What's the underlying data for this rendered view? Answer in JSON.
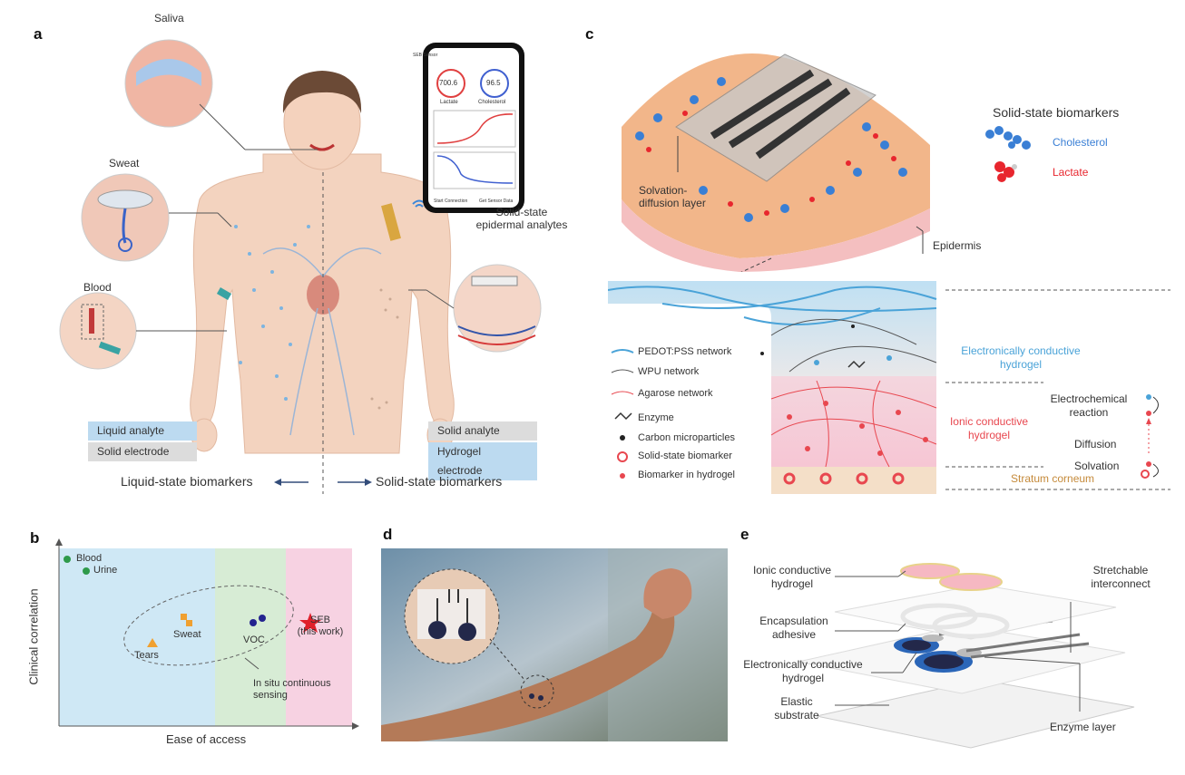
{
  "panels": {
    "a": "a",
    "b": "b",
    "c": "c",
    "d": "d",
    "e": "e"
  },
  "panel_a": {
    "saliva": "Saliva",
    "sweat": "Sweat",
    "blood": "Blood",
    "solid_state_line1": "Solid-state",
    "solid_state_line2": "epidermal analytes",
    "box_liquid_analyte": "Liquid analyte",
    "box_solid_electrode": "Solid electrode",
    "box_solid_analyte": "Solid analyte",
    "box_hydrogel_electrode": "Hydrogel electrode",
    "liquid_biomarkers": "Liquid-state biomarkers",
    "solid_biomarkers": "Solid-state biomarkers",
    "phone": {
      "header": "SEB Sensor",
      "lactate_value": "700.6",
      "lactate_label": "Lactate",
      "cholesterol_value": "96.5",
      "cholesterol_label": "Cholesterol",
      "btn_left": "Start Connection",
      "btn_right": "Get Sensor Data"
    }
  },
  "panel_b": {
    "xlabel": "Ease of access",
    "ylabel": "Clinical correlation",
    "points": {
      "blood": "Blood",
      "urine": "Urine",
      "sweat": "Sweat",
      "tears": "Tears",
      "voc": "VOC",
      "seb_line1": "SEB",
      "seb_line2": "(this work)"
    },
    "annotation_line1": "In situ continuous",
    "annotation_line2": "sensing",
    "colors": {
      "blue_zone": "#cfe8f5",
      "green_zone": "#d7ecd5",
      "pink_zone": "#f7d2e2",
      "green_dot": "#2e9a4a",
      "orange": "#f0a030",
      "navy": "#23238f",
      "star": "#e0202a"
    }
  },
  "panel_c": {
    "solid_biomarkers_title": "Solid-state biomarkers",
    "cholesterol": "Cholesterol",
    "lactate": "Lactate",
    "solvation_line1": "Solvation-",
    "solvation_line2": "diffusion layer",
    "epidermis": "Epidermis",
    "legend": {
      "pedot": "PEDOT:PSS network",
      "wpu": "WPU network",
      "agarose": "Agarose network",
      "enzyme": "Enzyme",
      "carbon": "Carbon microparticles",
      "solid_biomarker": "Solid-state biomarker",
      "biomarker_hydrogel": "Biomarker in hydrogel"
    },
    "elec_hydrogel_line1": "Electronically conductive",
    "elec_hydrogel_line2": "hydrogel",
    "ionic_hydrogel_line1": "Ionic conductive",
    "ionic_hydrogel_line2": "hydrogel",
    "stratum": "Stratum corneum",
    "electrochemical_line1": "Electrochemical",
    "electrochemical_line2": "reaction",
    "diffusion": "Diffusion",
    "solvation": "Solvation",
    "colors": {
      "cholesterol": "#3a7fd5",
      "lactate": "#e8262e",
      "stratum": "#c58a3a",
      "ionic": "#e8474f",
      "elec": "#4aa3d8"
    }
  },
  "panel_e": {
    "ionic_line1": "Ionic conductive",
    "ionic_line2": "hydrogel",
    "encap_line1": "Encapsulation",
    "encap_line2": "adhesive",
    "elec_line1": "Electronically conductive",
    "elec_line2": "hydrogel",
    "elastic_line1": "Elastic",
    "elastic_line2": "substrate",
    "stretch_line1": "Stretchable",
    "stretch_line2": "interconnect",
    "enzyme_layer": "Enzyme layer"
  }
}
